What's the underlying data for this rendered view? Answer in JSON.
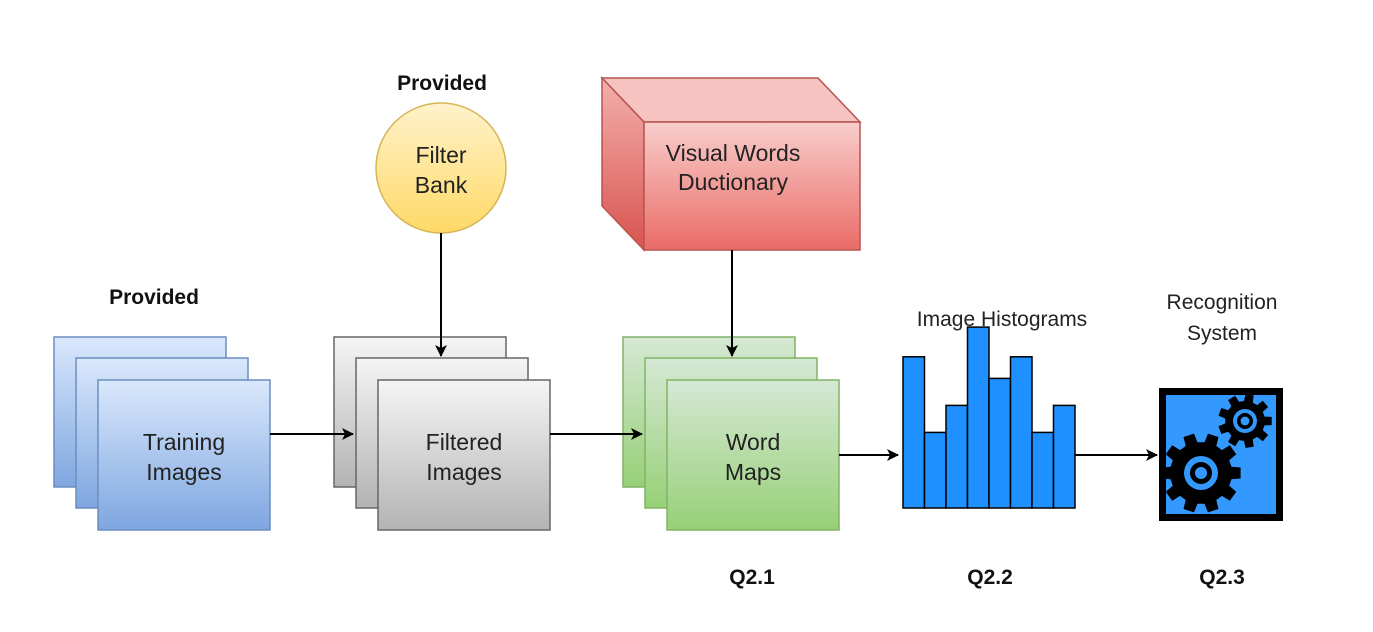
{
  "labels": {
    "provided_left": "Provided",
    "provided_top": "Provided",
    "filter_bank": [
      "Filter",
      "Bank"
    ],
    "dictionary": [
      "Visual Words",
      "Ductionary"
    ],
    "training_images": [
      "Training",
      "Images"
    ],
    "filtered_images": [
      "Filtered",
      "Images"
    ],
    "word_maps": [
      "Word",
      "Maps"
    ],
    "histograms_title": "Image Histograms",
    "recognition_title": [
      "Recognition",
      "System"
    ],
    "q21": "Q2.1",
    "q22": "Q2.2",
    "q23": "Q2.3"
  },
  "histogram": {
    "bar_count": 8,
    "values": [
      0.56,
      0.28,
      0.38,
      0.67,
      0.48,
      0.56,
      0.28,
      0.38
    ]
  },
  "colors": {
    "blue_fill_top": "#dae8fc",
    "blue_fill_bottom": "#7ea6e0",
    "blue_stroke": "#6c8ebf",
    "gray_fill_top": "#f5f5f5",
    "gray_fill_bottom": "#b3b3b3",
    "gray_stroke": "#666666",
    "green_fill_top": "#d5e8d4",
    "green_fill_bottom": "#97d077",
    "green_stroke": "#82b366",
    "yellow_fill_top": "#fff2cc",
    "yellow_fill_bottom": "#ffd966",
    "yellow_stroke": "#d6b656",
    "red_fill_top": "#f8cecc",
    "red_fill_bottom": "#ea6b66",
    "red_stroke": "#b85450",
    "histogram_bar": "#1e90ff",
    "gear_bg": "#3399ff"
  },
  "icons": {
    "recognition": "gears-icon"
  }
}
